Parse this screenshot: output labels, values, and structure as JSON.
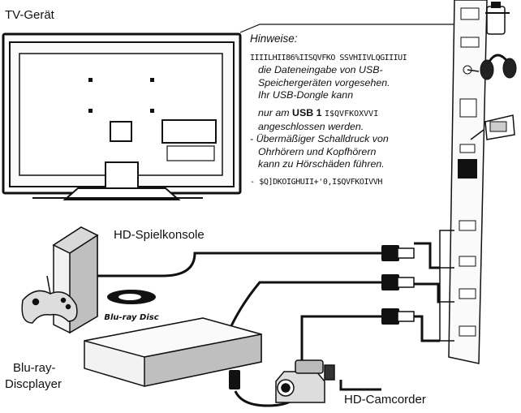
{
  "labels": {
    "tv": "TV-Gerät",
    "console": "HD-Spielkonsole",
    "bluray_line1": "Blu-ray-",
    "bluray_line2": "Discplayer",
    "camcorder": "HD-Camcorder",
    "bluray_logo": "Blu-ray Disc"
  },
  "notes": {
    "heading": "Hinweise:",
    "lines": [
      "IIIILHII86%IISQVFKO SSVHIIVLQGIIIUI",
      "die Dateneingabe von USB-",
      "Speichergeräten vorgesehen.",
      "Ihr USB-Dongle kann"
    ],
    "line5_pre": "nur am",
    "line5_bold": "USB 1",
    "line5_post": "I$QVFKOXVVI",
    "line6": "angeschlossen werden.",
    "line7": "- Übermäßiger Schalldruck von",
    "line8": "Ohrhörern und Kopfhörern",
    "line9": "kann zu Hörschäden führen.",
    "line10": "- $Q]DKOIGHUII+'0,I$QVFKOIVVH"
  },
  "colors": {
    "line": "#111111",
    "device_fill": "#f2f2f2",
    "device_shade": "#bfbfbf",
    "panel_fill": "#fafafa"
  }
}
